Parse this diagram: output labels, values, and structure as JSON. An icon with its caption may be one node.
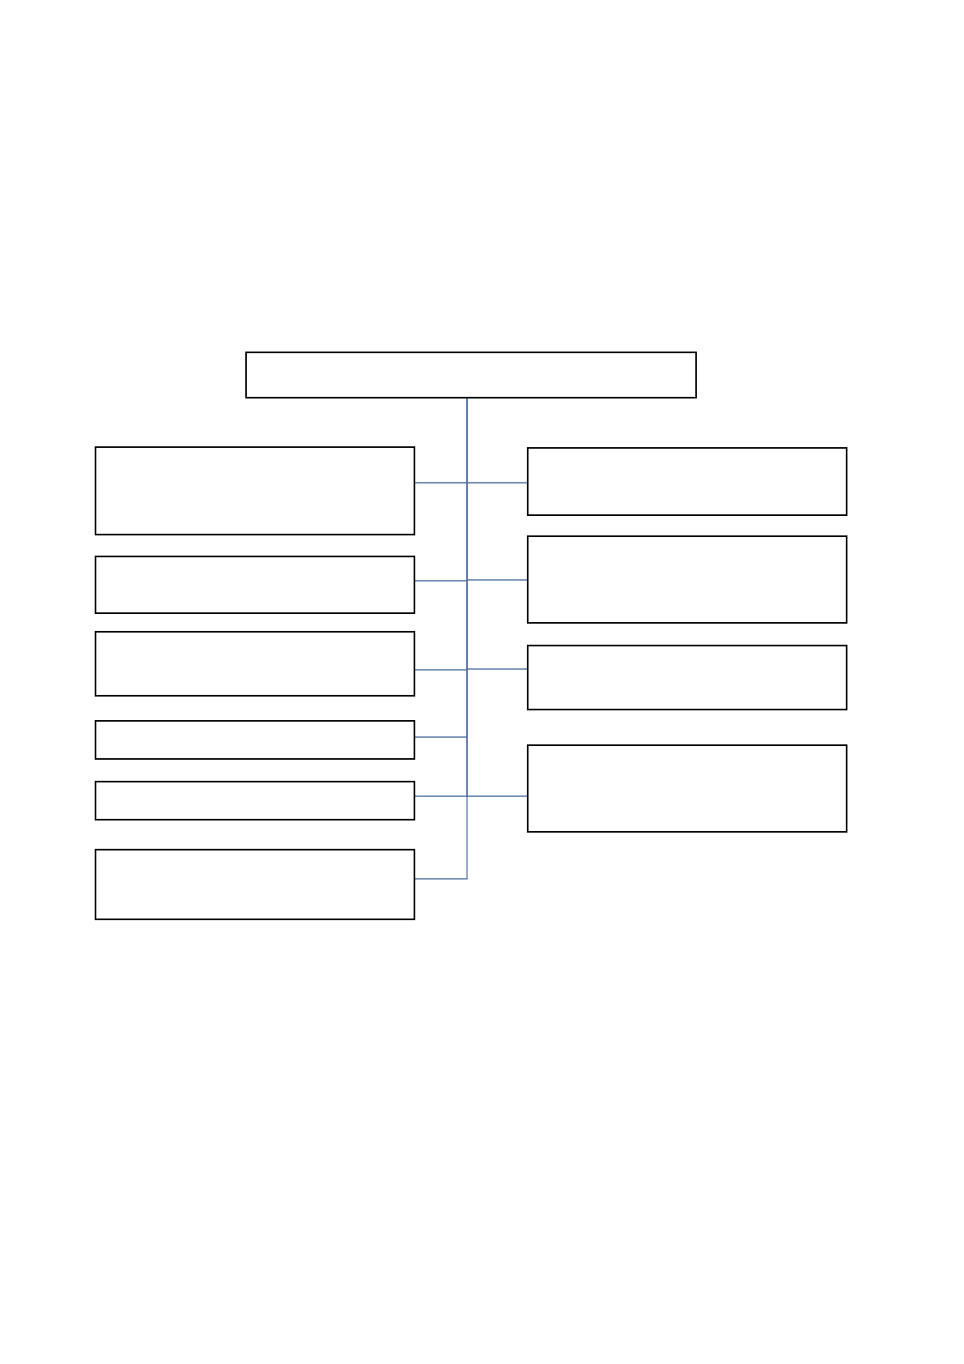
{
  "diagram": {
    "nodes": [
      {
        "text": [],
        "shape": "box"
      },
      {
        "text": [],
        "shape": "box"
      },
      {
        "text": [],
        "shape": "box"
      },
      {
        "text": [],
        "shape": "box"
      },
      {
        "text": [],
        "shape": "box"
      },
      {
        "text": [],
        "shape": "box"
      },
      {
        "text": [],
        "shape": "box"
      },
      {
        "text": [],
        "shape": "box"
      },
      {
        "text": [],
        "shape": "box"
      },
      {
        "text": [],
        "shape": "box"
      },
      {
        "text": [],
        "shape": "box"
      }
    ],
    "edges": [
      {
        "from": 0,
        "to": 1,
        "arrow": "none"
      },
      {
        "from": 0,
        "to": 2,
        "arrow": "none"
      },
      {
        "from": 0,
        "to": 3,
        "arrow": "none"
      },
      {
        "from": 0,
        "to": 4,
        "arrow": "none"
      },
      {
        "from": 0,
        "to": 5,
        "arrow": "none"
      },
      {
        "from": 0,
        "to": 6,
        "arrow": "none"
      },
      {
        "from": 0,
        "to": 7,
        "arrow": "none"
      },
      {
        "from": 0,
        "to": 8,
        "arrow": "none"
      },
      {
        "from": 0,
        "to": 9,
        "arrow": "none"
      },
      {
        "from": 0,
        "to": 10,
        "arrow": "none"
      }
    ]
  }
}
